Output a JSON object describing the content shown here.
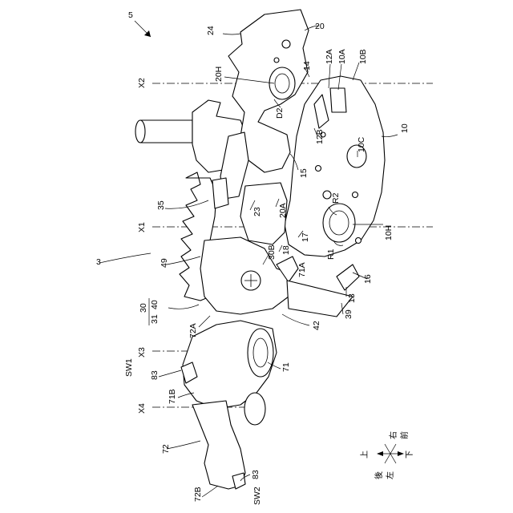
{
  "labels": {
    "main": "5",
    "n20": "20",
    "n24": "24",
    "n20H": "20H",
    "n14": "14",
    "n12A": "12A",
    "n10A": "10A",
    "n10B": "10B",
    "n10": "10",
    "D2": "D2",
    "n12B": "12B",
    "n10C": "10C",
    "n15": "15",
    "n35": "35",
    "n23": "23",
    "R2": "R2",
    "n20A": "20A",
    "n17": "17",
    "n10H": "10H",
    "n18": "18",
    "n30B": "30B",
    "R1": "R1",
    "n71A": "71A",
    "n16": "16",
    "n3": "3",
    "n49": "49",
    "n13": "13",
    "n39": "39",
    "n30": "30",
    "n31": "31",
    "n40": "40",
    "n72A": "72A",
    "n42": "42",
    "SW1": "SW1",
    "n83a": "83",
    "n71": "71",
    "n71B": "71B",
    "n72": "72",
    "n83b": "83",
    "n72B": "72B",
    "SW2": "SW2"
  },
  "axes": {
    "X1": "X1",
    "X2": "X2",
    "X3": "X3",
    "X4": "X4"
  },
  "directions": {
    "up": "上",
    "right": "右",
    "front": "前",
    "down": "下",
    "back": "後",
    "left": "左"
  }
}
